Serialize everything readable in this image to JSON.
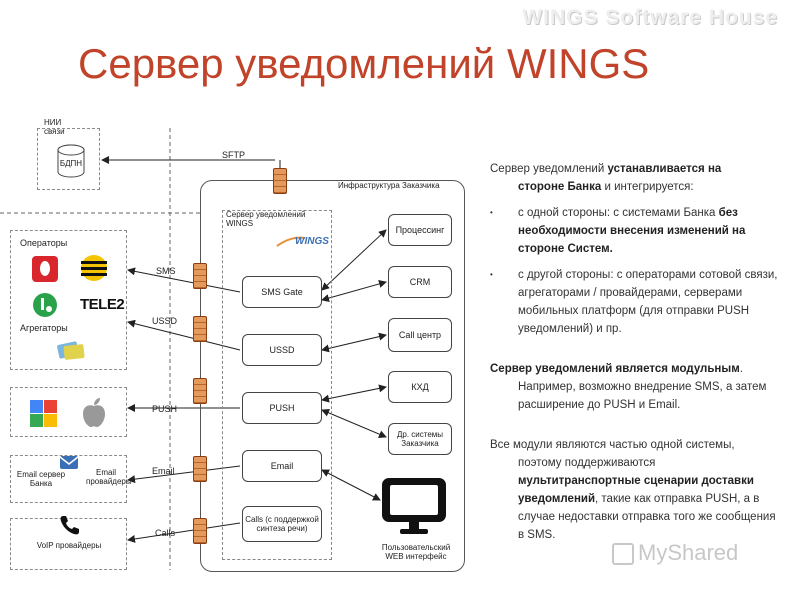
{
  "brand": "WINGS Software House",
  "title": "Сервер уведомлений WINGS",
  "diagram": {
    "nii_label": "НИИ связи",
    "bdpn_label": "БДПН",
    "sftp_label": "SFTP",
    "infra_label": "Инфраструктура Заказчика",
    "server_label": "Сервер уведомлений WINGS",
    "wings_logo_text": "WINGS",
    "operators_label": "Операторы",
    "tele2_label": "TELE2",
    "aggregators_label": "Агрегаторы",
    "email_bank_label": "Email сервер Банка",
    "email_prov_label": "Email провайдеры",
    "voip_label": "VoIP провайдеры",
    "channels": {
      "sms": "SMS",
      "ussd": "USSD",
      "push": "PUSH",
      "email": "Email",
      "calls": "Calls"
    },
    "modules": {
      "sms_gate": "SMS Gate",
      "ussd": "USSD",
      "push": "PUSH",
      "email": "Email",
      "calls": "Calls (с поддержкой синтеза речи)"
    },
    "systems": {
      "processing": "Процессинг",
      "crm": "CRM",
      "callcenter": "Call центр",
      "kxd": "КХД",
      "other": "Др. системы Заказчика"
    },
    "web_label": "Пользовательский WEB интерфейс"
  },
  "text": {
    "p1_a": "Сервер уведомлений ",
    "p1_b": "устанавливается на",
    "p1_c": "стороне Банка",
    "p1_d": " и интегрируется:",
    "b1_a": "с одной стороны: с системами Банка ",
    "b1_b": "без необходимости внесения изменений на стороне Систем.",
    "b2": "с другой стороны: с операторами сотовой связи, агрегаторами / провайдерами, серверами мобильных платформ (для отправки PUSH уведомлений) и пр.",
    "p2_a": "Сервер уведомлений является модульным",
    "p2_b": ".",
    "p2_c": "Например, возможно внедрение SMS, а затем расширение до PUSH и Email.",
    "p3_a": "Все модули являются частью одной системы,",
    "p3_b": "поэтому поддерживаются",
    "p3_c": "мультитранспортные сценарии доставки уведомлений",
    "p3_d": ", такие как отправка PUSH, а в случае недоставки отправка того же сообщения в SMS."
  },
  "watermark": "MyShared",
  "colors": {
    "title": "#c0432a",
    "firewall": "#d27a3c",
    "wings_blue": "#3a6fb5",
    "wings_orange": "#e8913a"
  }
}
